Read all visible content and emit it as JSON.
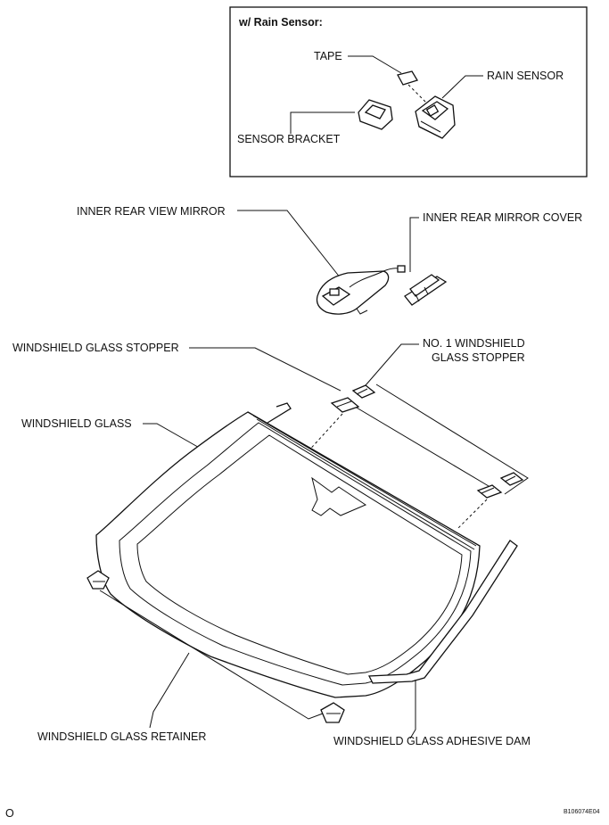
{
  "inset": {
    "title": "w/ Rain Sensor:",
    "tape_label": "TAPE",
    "rain_sensor_label": "RAIN SENSOR",
    "sensor_bracket_label": "SENSOR BRACKET"
  },
  "labels": {
    "inner_rear_view_mirror": "INNER REAR VIEW MIRROR",
    "inner_rear_mirror_cover": "INNER REAR MIRROR COVER",
    "windshield_glass_stopper": "WINDSHIELD GLASS STOPPER",
    "no1_stopper_line1": "NO. 1 WINDSHIELD",
    "no1_stopper_line2": "GLASS STOPPER",
    "windshield_glass": "WINDSHIELD GLASS",
    "windshield_glass_retainer": "WINDSHIELD GLASS RETAINER",
    "adhesive_dam": "WINDSHIELD GLASS ADHESIVE DAM"
  },
  "footer": {
    "page_mark": "O",
    "figure_code": "B106074E04"
  }
}
